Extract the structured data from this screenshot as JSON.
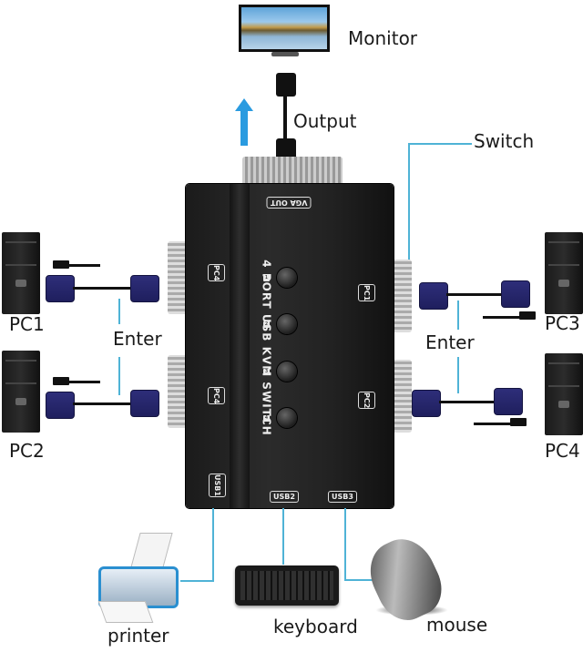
{
  "diagram": {
    "title": "4 Port USB KVM Switch connection diagram",
    "device": {
      "name": "4 PORT USB KVM SWITCH",
      "top_port_label": "VGA OUT",
      "left_port_labels": [
        "PC4",
        "PC4"
      ],
      "right_port_labels": [
        "PC1",
        "PC2"
      ],
      "usb_port_labels": [
        "USB1",
        "USB2",
        "USB3"
      ],
      "buttons": [
        {
          "number": "1"
        },
        {
          "number": "2"
        },
        {
          "number": "3"
        },
        {
          "number": "4"
        }
      ]
    },
    "labels": {
      "monitor": "Monitor",
      "output": "Output",
      "switch": "Switch",
      "pc1": "PC1",
      "pc2": "PC2",
      "pc3": "PC3",
      "pc4": "PC4",
      "enter_left": "Enter",
      "enter_right": "Enter",
      "printer": "printer",
      "keyboard": "keyboard",
      "mouse": "mouse"
    },
    "colors": {
      "connector_line": "#4fb3d6",
      "arrow": "#2a9be0",
      "device_body": "#1f1f1f",
      "vga_connector": "#24246a"
    }
  }
}
